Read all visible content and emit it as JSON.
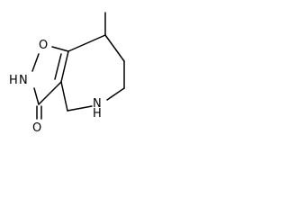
{
  "molecule": {
    "atom_labels": {
      "O1": "O",
      "N2": "N",
      "H2": "H",
      "O3": "O",
      "N5": "N",
      "H5": "H"
    },
    "colors": {
      "bond": "#000000",
      "label": "#000000",
      "background": "#ffffff"
    }
  }
}
